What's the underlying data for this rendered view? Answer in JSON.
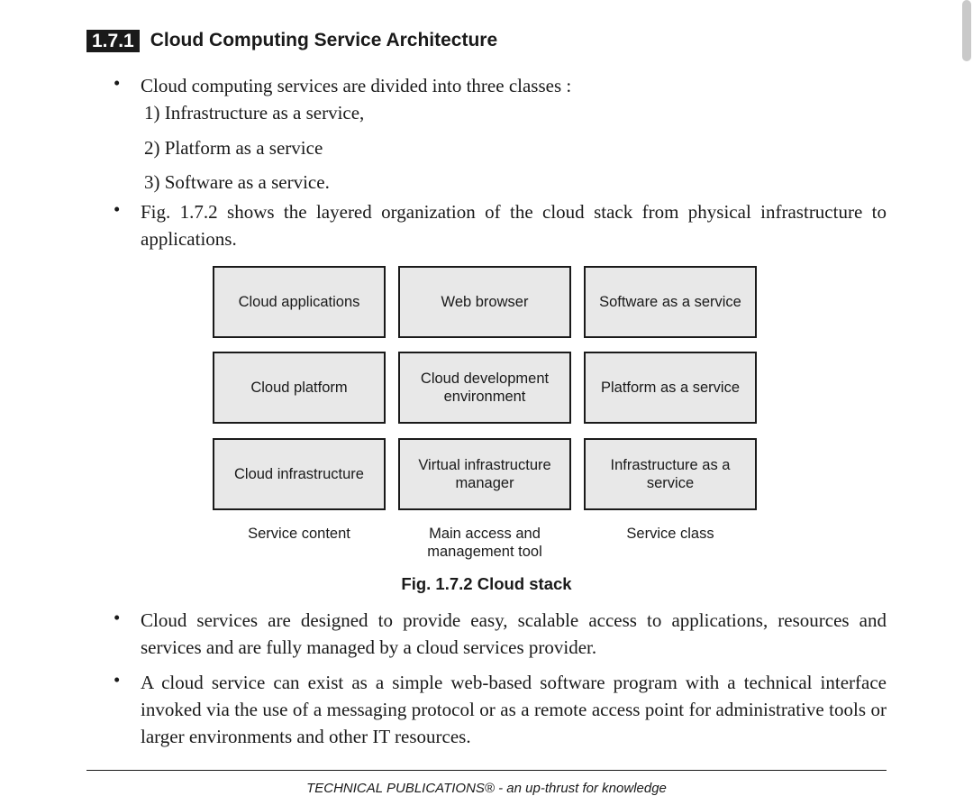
{
  "section": {
    "number": "1.7.1",
    "title": "Cloud Computing Service Architecture"
  },
  "bullets": [
    "Cloud computing services are divided into three classes :",
    "Fig. 1.7.2 shows the layered organization of the cloud stack from physical infrastructure to applications.",
    "Cloud services are designed to provide easy, scalable access to applications, resources and services and are fully managed by a cloud services provider.",
    "A cloud service can exist as a simple web-based software program with a technical interface invoked via the use of a messaging protocol or as a remote access point for administrative tools or larger environments and other IT resources."
  ],
  "classes": [
    "1)  Infrastructure as a service,",
    "2)  Platform as a service",
    "3)  Software as a service."
  ],
  "diagram": {
    "rows": [
      [
        "Cloud applications",
        "Web browser",
        "Software as a service"
      ],
      [
        "Cloud platform",
        "Cloud development environment",
        "Platform as a service"
      ],
      [
        "Cloud infrastructure",
        "Virtual infrastructure manager",
        "Infrastructure as a service"
      ]
    ],
    "columns": [
      "Service content",
      "Main access and management tool",
      "Service class"
    ],
    "caption": "Fig. 1.7.2  Cloud stack",
    "box_fill": "#e8e8e8"
  },
  "footer": "TECHNICAL PUBLICATIONS® - an up-thrust for knowledge"
}
